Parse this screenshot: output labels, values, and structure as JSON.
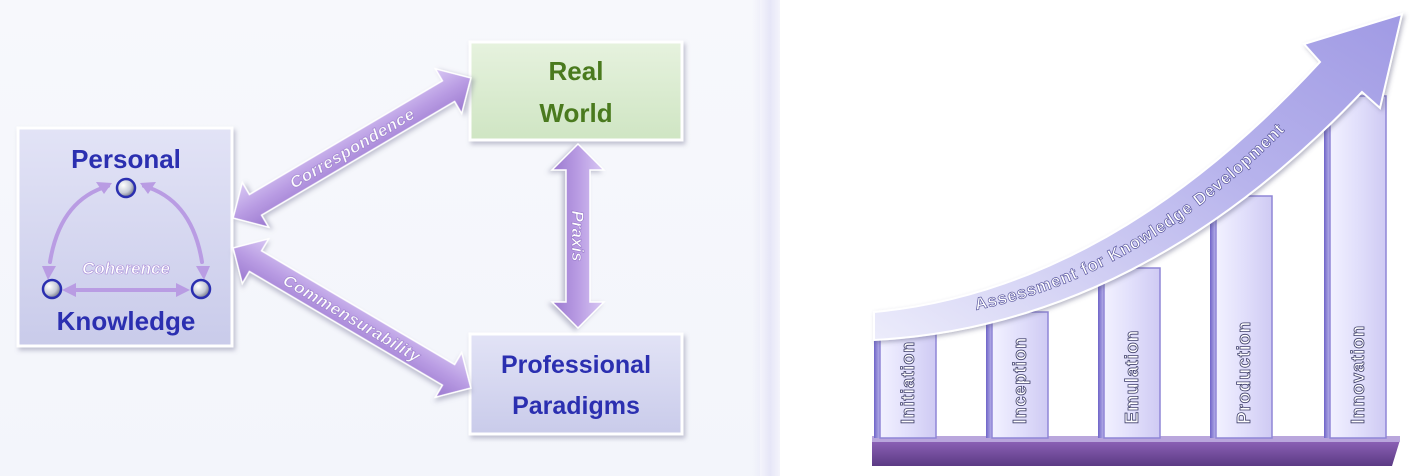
{
  "left_diagram": {
    "personal_knowledge_box": {
      "top_label": "Personal",
      "bottom_label": "Knowledge",
      "inner_label": "Coherence"
    },
    "real_world_box": {
      "line1": "Real",
      "line2": "World"
    },
    "professional_paradigms_box": {
      "line1": "Professional",
      "line2": "Paradigms"
    },
    "arrows": {
      "correspondence": "Correspondence",
      "commensurability": "Commensurability",
      "praxis": "Praxis"
    },
    "colors": {
      "blue_text": "#2b2fb0",
      "green_text": "#4a7a1e",
      "arrow_purple": "#b89be0",
      "green_box": "#d9ecd0",
      "blue_box": "#d6d8f0"
    }
  },
  "right_diagram": {
    "curve_label": "Assessment for Knowledge Development",
    "stages": [
      "Initiation",
      "Inception",
      "Emulation",
      "Production",
      "Innovation"
    ],
    "colors": {
      "bar_fill": "#e4e2fb",
      "base": "#7c4fa8",
      "arrow": "#a9a4e6"
    }
  }
}
